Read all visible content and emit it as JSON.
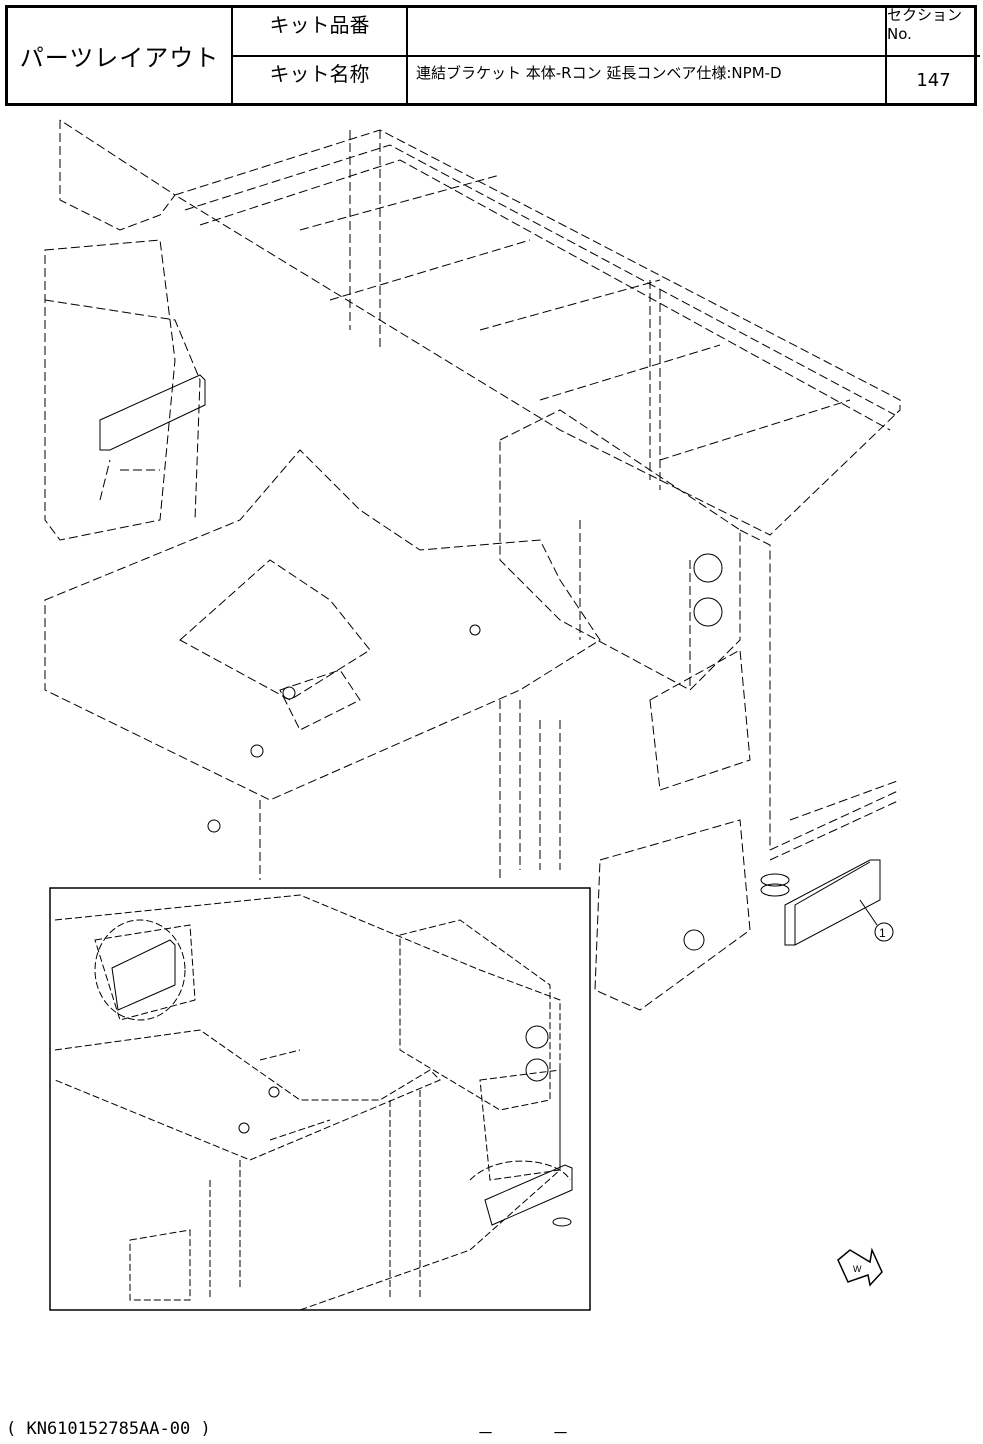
{
  "header": {
    "title": "パーツレイアウト",
    "kit_no_label": "キット品番",
    "kit_no_value": "",
    "kit_name_label": "キット名称",
    "kit_name_value": "連結ブラケット 本体-Rコン 延長コンベア仕様:NPM-D",
    "section_label": "セクションNo.",
    "section_no": "147"
  },
  "drawing": {
    "callout_number": "1",
    "direction_arrow_label": "W"
  },
  "footer": {
    "code": "( KN610152785AA-00 )",
    "dash_left": "－",
    "dash_right": "－"
  }
}
